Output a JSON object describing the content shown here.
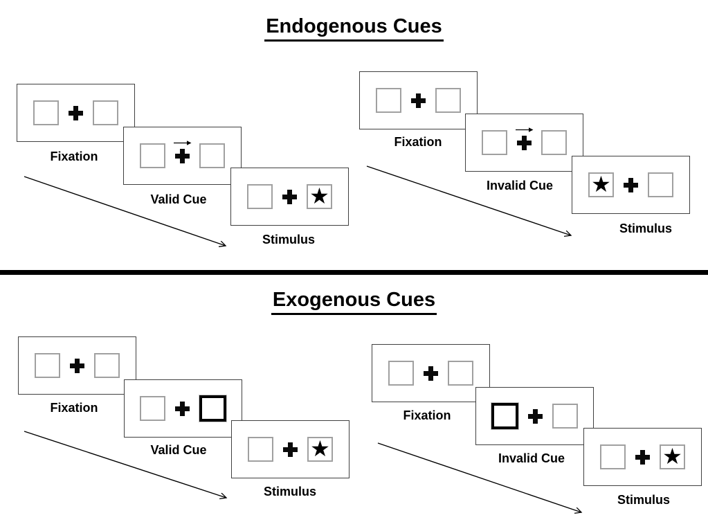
{
  "colors": {
    "background": "#ffffff",
    "panel_border": "#3f3f3f",
    "square_border": "#a0a0a0",
    "highlight_border": "#000000",
    "text": "#000000",
    "divider": "#000000"
  },
  "icons": {
    "star": "★",
    "plus": "heavy-fixation-cross",
    "cue_arrow": "→",
    "flow_arrow": "diagonal-down-right-arrow"
  },
  "sections": [
    {
      "title": "Endogenous Cues",
      "groups": [
        {
          "name": "valid-trial",
          "panels": [
            {
              "label": "Fixation"
            },
            {
              "label": "Valid Cue"
            },
            {
              "label": "Stimulus"
            }
          ]
        },
        {
          "name": "invalid-trial",
          "panels": [
            {
              "label": "Fixation"
            },
            {
              "label": "Invalid Cue"
            },
            {
              "label": "Stimulus"
            }
          ]
        }
      ]
    },
    {
      "title": "Exogenous Cues",
      "groups": [
        {
          "name": "valid-trial",
          "panels": [
            {
              "label": "Fixation"
            },
            {
              "label": "Valid Cue"
            },
            {
              "label": "Stimulus"
            }
          ]
        },
        {
          "name": "invalid-trial",
          "panels": [
            {
              "label": "Fixation"
            },
            {
              "label": "Invalid Cue"
            },
            {
              "label": "Stimulus"
            }
          ]
        }
      ]
    }
  ]
}
